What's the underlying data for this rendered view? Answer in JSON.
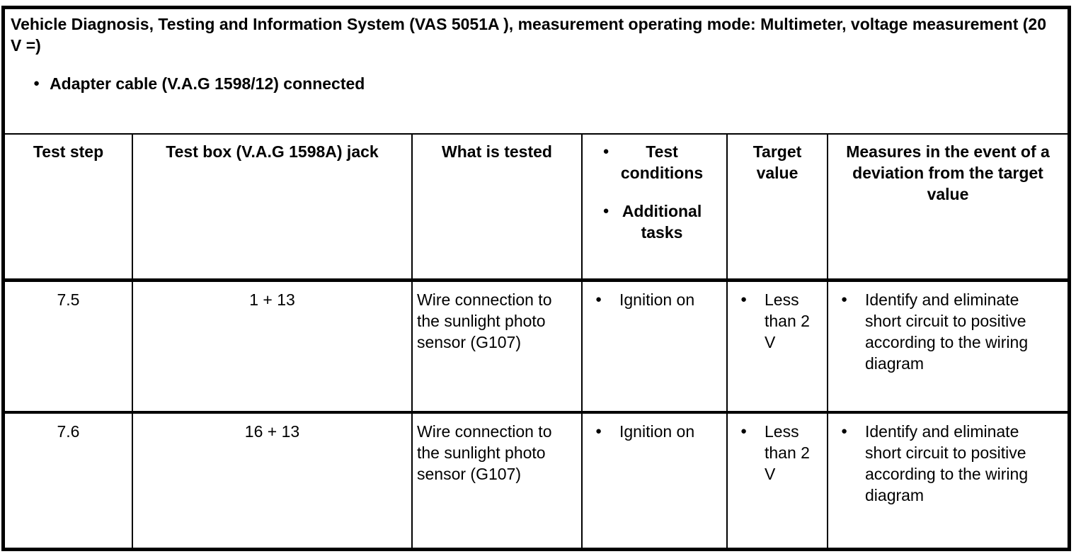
{
  "colors": {
    "text": "#000000",
    "background": "#ffffff",
    "border": "#000000"
  },
  "icons": {
    "bullet": "●"
  },
  "intro": {
    "title": "Vehicle Diagnosis, Testing and Information System (VAS 5051A ), measurement operating mode: Multimeter, voltage measurement (20 V =)",
    "bullet_item": "Adapter cable (V.A.G 1598/12) connected"
  },
  "table": {
    "headers": {
      "test_step": "Test step",
      "test_box": "Test box (V.A.G 1598A) jack",
      "what_tested": "What is tested",
      "conditions_items": [
        "Test conditions",
        "Additional tasks"
      ],
      "target_value": "Target value",
      "measures": "Measures in the event of a deviation from the target value"
    },
    "rows": [
      {
        "test_step": "7.5",
        "test_box": "1 + 13",
        "what_tested": "Wire connection to the sunlight photo sensor (G107)",
        "conditions": [
          "Ignition on"
        ],
        "target_values": [
          "Less than 2 V"
        ],
        "measures": [
          "Identify and eliminate short circuit to positive according to the wiring diagram"
        ]
      },
      {
        "test_step": "7.6",
        "test_box": "16 + 13",
        "what_tested": "Wire connection to the sunlight photo sensor (G107)",
        "conditions": [
          "Ignition on"
        ],
        "target_values": [
          "Less than 2 V"
        ],
        "measures": [
          "Identify and eliminate short circuit to positive according to the wiring diagram"
        ]
      }
    ]
  }
}
